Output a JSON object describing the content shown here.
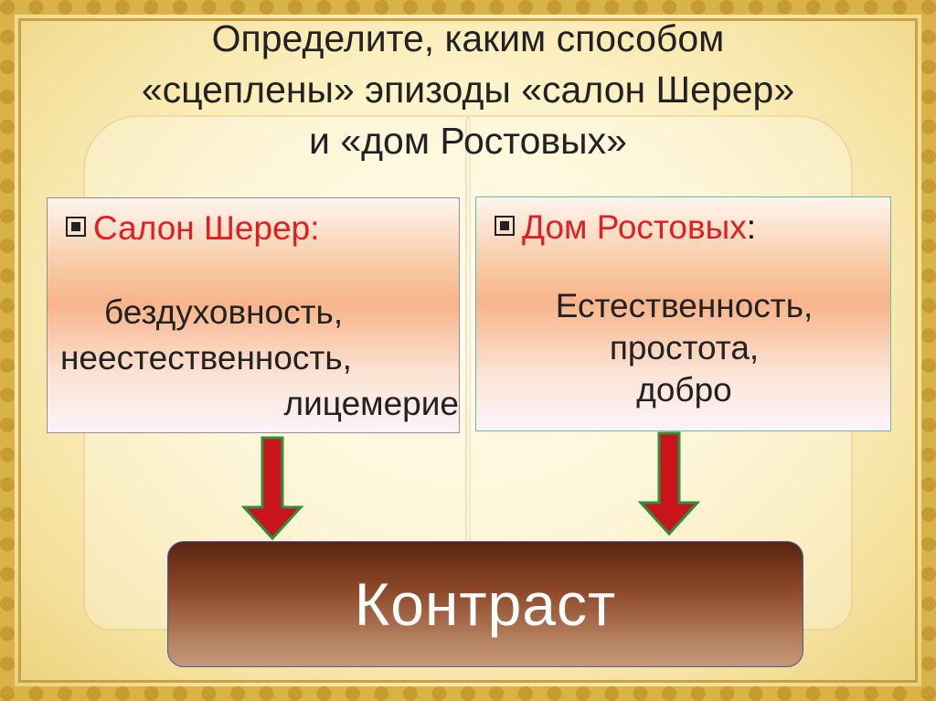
{
  "slide": {
    "title_lines": [
      "Определите, каким способом",
      "«сцеплены» эпизоды «салон Шерер»",
      "и «дом Ростовых»"
    ]
  },
  "left_box": {
    "heading": "Салон Шерер",
    "heading_suffix": ":",
    "lines": [
      "бездуховность,",
      "неестественность,",
      "лицемерие"
    ]
  },
  "right_box": {
    "heading": "Дом Ростовых",
    "heading_suffix": ":",
    "lines": [
      "Естественность,",
      "простота,",
      "добро"
    ]
  },
  "result": {
    "label": "Контраст"
  },
  "colors": {
    "heading_red": "#e01f1f",
    "arrow_red": "#c8141a",
    "arrow_outline": "#2f8f3a",
    "result_dark": "#5b2411",
    "frame_gold": "#d9b24a"
  },
  "icons": {
    "bullet": "square-bullet-icon",
    "arrow": "down-arrow-icon"
  }
}
